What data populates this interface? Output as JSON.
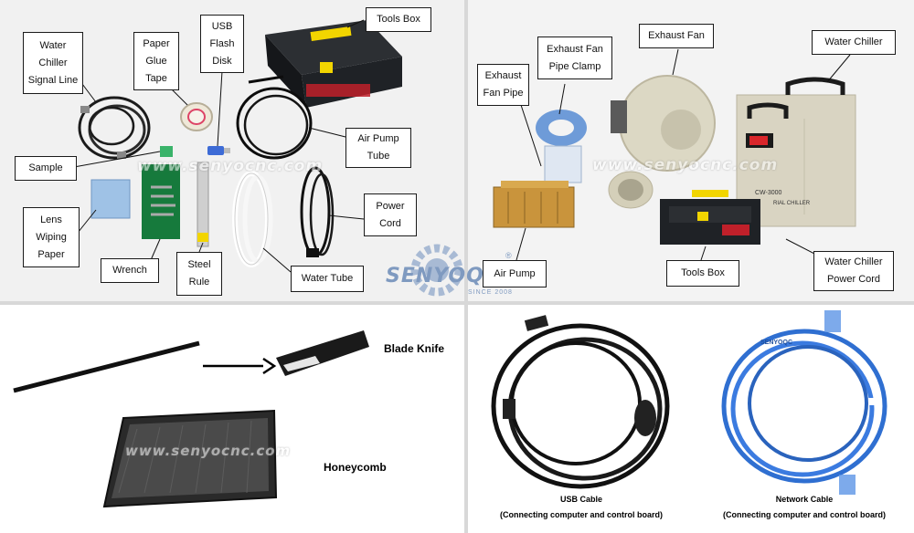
{
  "accessories_left": [
    {
      "id": "water-chiller-signal-line",
      "label": "Water\nChiller\nSignal Line"
    },
    {
      "id": "paper-glue-tape",
      "label": "Paper\nGlue\nTape"
    },
    {
      "id": "usb-flash-disk",
      "label": "USB\nFlash\nDisk"
    },
    {
      "id": "tools-box",
      "label": "Tools Box"
    },
    {
      "id": "air-pump-tube",
      "label": "Air Pump\nTube"
    },
    {
      "id": "sample",
      "label": "Sample"
    },
    {
      "id": "lens-wiping-paper",
      "label": "Lens\nWiping\nPaper"
    },
    {
      "id": "wrench",
      "label": "Wrench"
    },
    {
      "id": "steel-rule",
      "label": "Steel\nRule"
    },
    {
      "id": "power-cord",
      "label": "Power\nCord"
    },
    {
      "id": "water-tube",
      "label": "Water Tube"
    }
  ],
  "accessories_right": [
    {
      "id": "exhaust-fan-pipe-clamp",
      "label": "Exhaust Fan\nPipe Clamp"
    },
    {
      "id": "exhaust-fan",
      "label": "Exhaust Fan"
    },
    {
      "id": "water-chiller",
      "label": "Water Chiller"
    },
    {
      "id": "exhaust-fan-pipe",
      "label": "Exhaust\nFan Pipe"
    },
    {
      "id": "air-pump",
      "label": "Air Pump"
    },
    {
      "id": "tools-box-2",
      "label": "Tools Box"
    },
    {
      "id": "water-chiller-power-cord",
      "label": "Water Chiller\nPower Cord"
    }
  ],
  "bottom_left": {
    "blade_knife": "Blade Knife",
    "honeycomb": "Honeycomb"
  },
  "bottom_right": {
    "usb_cable": "USB Cable",
    "usb_cable_note": "(Connecting computer and control board)",
    "network_cable": "Network Cable",
    "network_cable_note": "(Connecting computer and control board)"
  },
  "watermark": "www.senyocnc.com",
  "product_labels": {
    "chiller_model": "CW-3000",
    "chiller_text": "RIAL CHILLER",
    "cable_brand": "SENYOQC"
  },
  "logo": {
    "name": "SENYOQC",
    "since": "SINCE 2008",
    "reg": "®"
  },
  "colors": {
    "tools_box_yellow": "#f2d500",
    "chiller_beige": "#d9d4c2",
    "network_cable_blue": "#2f6fd1",
    "brass": "#c9943c"
  }
}
